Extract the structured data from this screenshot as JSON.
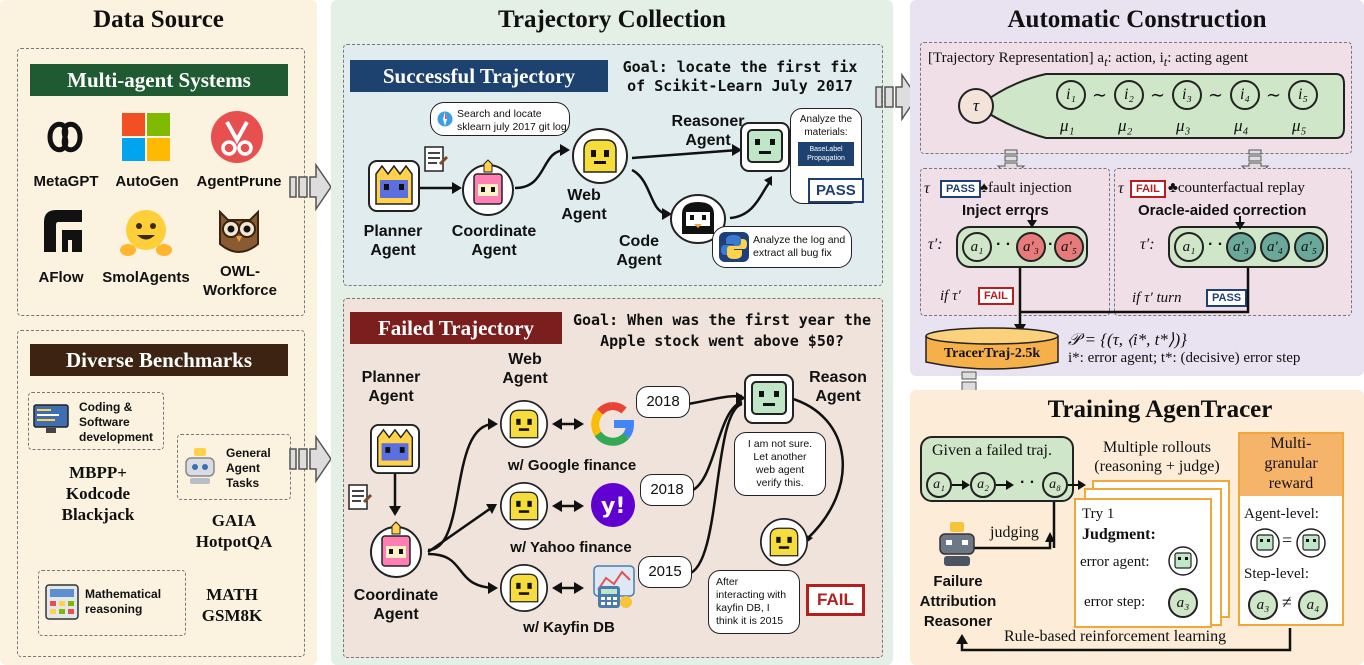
{
  "data_source": {
    "title": "Data Source",
    "mas_banner": "Multi-agent Systems",
    "systems": [
      "MetaGPT",
      "AutoGen",
      "AgentPrune",
      "AFlow",
      "SmolAgents",
      "OWL-\nWorkforce"
    ],
    "bench_banner": "Diverse Benchmarks",
    "bench_groups": [
      {
        "category": "Coding &\nSoftware\ndevelopment",
        "datasets": "MBPP+\nKodcode\nBlackjack"
      },
      {
        "category": "General\nAgent\nTasks",
        "datasets": "GAIA\nHotpotQA"
      },
      {
        "category": "Mathematical\nreasoning",
        "datasets": "MATH\nGSM8K"
      }
    ]
  },
  "trajectory": {
    "title": "Trajectory Collection",
    "success": {
      "banner": "Successful Trajectory",
      "goal": "Goal: locate the first fix\nof Scikit-Learn July 2017",
      "planner": "Planner\nAgent",
      "coordinate": "Coordinate\nAgent",
      "web": "Web\nAgent",
      "reasoner": "Reasoner\nAgent",
      "code": "Code\nAgent",
      "search_bubble": "Search and locate\nsklearn july 2017 git log",
      "analyze_bubble": "Analyze the\nmaterials:",
      "propagation": "BaseLabel\nPropagation",
      "pass": "PASS",
      "code_bubble": "Analyze the log and\nextract all bug fix"
    },
    "failed": {
      "banner": "Failed Trajectory",
      "goal": "Goal: When was the first year the\nApple stock went above $50?",
      "planner": "Planner\nAgent",
      "coordinate": "Coordinate\nAgent",
      "web": "Web\nAgent",
      "reason": "Reason\nAgent",
      "google": "w/ Google finance",
      "yahoo": "w/ Yahoo finance",
      "kayfin": "w/ Kayfin DB",
      "ans1": "2018",
      "ans2": "2018",
      "ans3": "2015",
      "unsure": "I am not sure.\nLet another\nweb agent\nverify this.",
      "after": "After\ninteracting with\nkayfin DB, I\nthink it is 2015",
      "fail": "FAIL"
    }
  },
  "construction": {
    "title": "Automatic Construction",
    "repr": "[Trajectory Representation] a",
    "repr_a": "t",
    "repr_mid": ": action, i",
    "repr_i": "t",
    "repr_end": ": acting agent",
    "tau": "τ",
    "nodes": [
      "i₁",
      "i₂",
      "i₃",
      "i₄",
      "i₅"
    ],
    "mus": [
      "μ₁",
      "μ₂",
      "μ₃",
      "μ₄",
      "μ₅"
    ],
    "left_op": "♠fault injection",
    "left_sub": "Inject errors",
    "right_op": "♣counterfactual replay",
    "right_sub": "Oracle-aided correction",
    "tau_prime": "τ′:",
    "left_nodes": [
      "a₁",
      "a′₃",
      "a′₅"
    ],
    "right_nodes": [
      "a₁",
      "a′₃",
      "a′₄",
      "a′₅"
    ],
    "if_left": "if τ′",
    "if_right": "if τ′ turn",
    "pass": "PASS",
    "fail": "FAIL",
    "dataset": "TracerTraj-2.5k",
    "formula": "𝒫 = {(τ, ⟨i*, t*⟩)}",
    "legend": "i*: error agent; t*: (decisive) error step"
  },
  "training": {
    "title": "Training AgenTracer",
    "given": "Given a failed traj.",
    "given_nodes": [
      "a₁",
      "a₂",
      "a₈"
    ],
    "rollouts": "Multiple rollouts\n(reasoning + judge)",
    "judging": "judging",
    "try": "Try 1",
    "judgment": "Judgment:",
    "error_agent": "error agent:",
    "error_step": "error step:",
    "step_node": "a₃",
    "reasoner": "Failure\nAttribution\nReasoner",
    "reward_title": "Multi-\ngranular\nreward",
    "agent_level": "Agent-level:",
    "step_level": "Step-level:",
    "step_eq_l": "a₃",
    "step_eq_r": "a₄",
    "rl": "Rule-based reinforcement learning"
  },
  "colors": {
    "panel_source": "#fbf3e0",
    "panel_traj": "#e4efe6",
    "panel_construct": "#e9e3f1",
    "panel_train": "#fcecd8",
    "mas_banner": "#1f5a32",
    "bench_banner": "#3d2412",
    "success_banner": "#1e4270",
    "failed_banner": "#7a1e1e"
  }
}
